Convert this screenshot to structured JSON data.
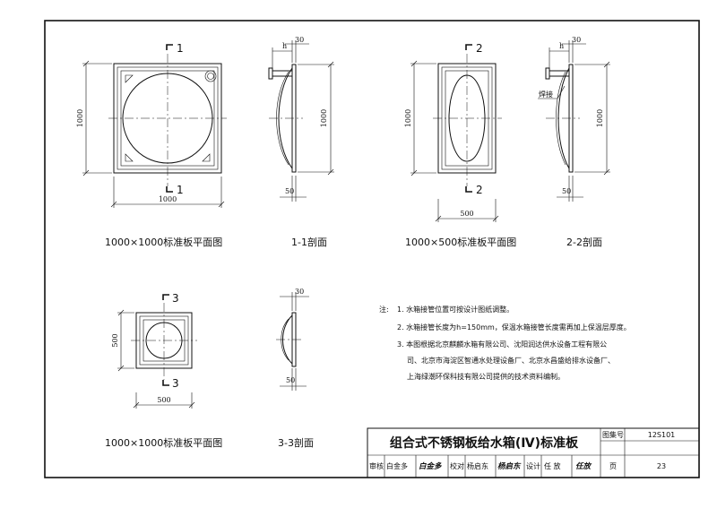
{
  "views": {
    "plan1": {
      "caption": "1000×1000标准板平面图",
      "width_label": "1000",
      "height_label": "1000",
      "section_mark": "1"
    },
    "sec1": {
      "caption": "1-1剖面",
      "dim_h": "h",
      "dim_30": "30",
      "dim_1000": "1000",
      "dim_50": "50"
    },
    "plan2": {
      "caption": "1000×500标准板平面图",
      "width_label": "500",
      "height_label": "1000",
      "section_mark": "2"
    },
    "sec2": {
      "caption": "2-2剖面",
      "dim_h": "h",
      "dim_30": "30",
      "dim_1000": "1000",
      "dim_50": "50",
      "weld_label": "焊接"
    },
    "plan3": {
      "caption": "1000×1000标准板平面图",
      "width_label": "500",
      "height_label": "500",
      "section_mark": "3"
    },
    "sec3": {
      "caption": "3-3剖面",
      "dim_30": "30",
      "dim_50": "50"
    }
  },
  "notes": {
    "title": "注:",
    "items": [
      "1. 水箱接管位置可按设计图纸调整。",
      "2. 水箱接管长度为h=150mm，保温水箱接管长度需再加上保温层厚度。",
      "3. 本图根据北京麒麟水箱有限公司、沈阳润达供水设备工程有限公",
      "司、北京市海淀区智通水处理设备厂、北京水昌盛给排水设备厂、",
      "上海绿潮环保科技有限公司提供的技术资料编制。"
    ]
  },
  "title_block": {
    "title": "组合式不锈钢板给水箱(Ⅳ)标准板",
    "atlas_label": "图集号",
    "atlas_value": "12S101",
    "page_label": "页",
    "page_value": "23",
    "review_label": "审核",
    "review_name": "白金多",
    "review_sig": "白金多",
    "check_label": "校对",
    "check_name": "杨启东",
    "check_sig": "杨启东",
    "design_label": "设计",
    "design_name": "任 放",
    "design_sig": "任放"
  }
}
